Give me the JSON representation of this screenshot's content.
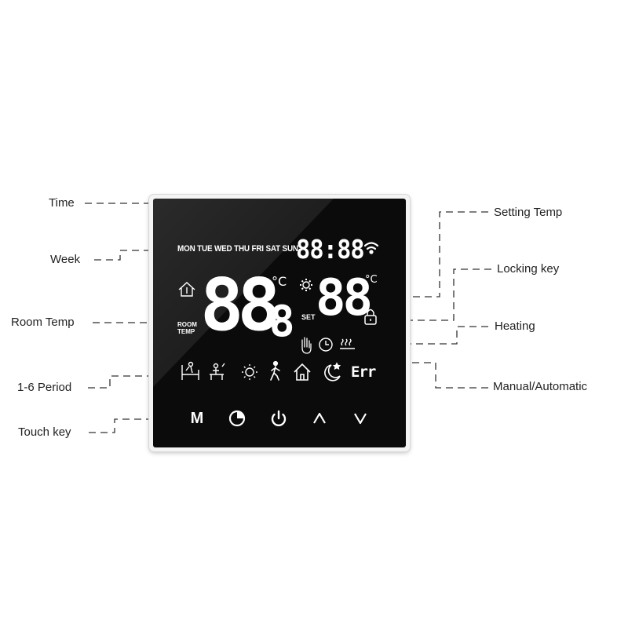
{
  "callouts": {
    "time": "Time",
    "week": "Week",
    "room_temp": "Room Temp",
    "period": "1-6 Period",
    "touch_key": "Touch key",
    "setting_temp": "Setting Temp",
    "locking_key": "Locking key",
    "heating": "Heating",
    "manual_automatic": "Manual/Automatic"
  },
  "display": {
    "days": "MON TUE WED THU FRI SAT SUN",
    "clock": "88:88",
    "room_temp": "88",
    "room_decimal": "8",
    "unit_left": "°C",
    "room_label_1": "ROOM",
    "room_label_2": "TEMP",
    "set_temp": "88",
    "unit_right": "°C",
    "set_label": "SET",
    "error": "Err"
  },
  "keys": {
    "m_key": "M",
    "icons": [
      "clock-icon",
      "power-icon",
      "up-arrow-icon",
      "down-arrow-icon"
    ]
  },
  "icons": {
    "period": [
      "wake-up-icon",
      "leave-home-icon",
      "sun-icon",
      "walking-icon",
      "home-icon",
      "sleep-moon-icon"
    ],
    "status": [
      "wifi-icon",
      "house-thermometer-icon",
      "gear-icon",
      "lock-icon",
      "hand-manual-icon",
      "clock-auto-icon",
      "heating-waves-icon"
    ]
  },
  "colors": {
    "screen": "#0b0b0b",
    "segments": "#ffffff",
    "leader_lines": "#333333",
    "label_text": "#222222"
  }
}
